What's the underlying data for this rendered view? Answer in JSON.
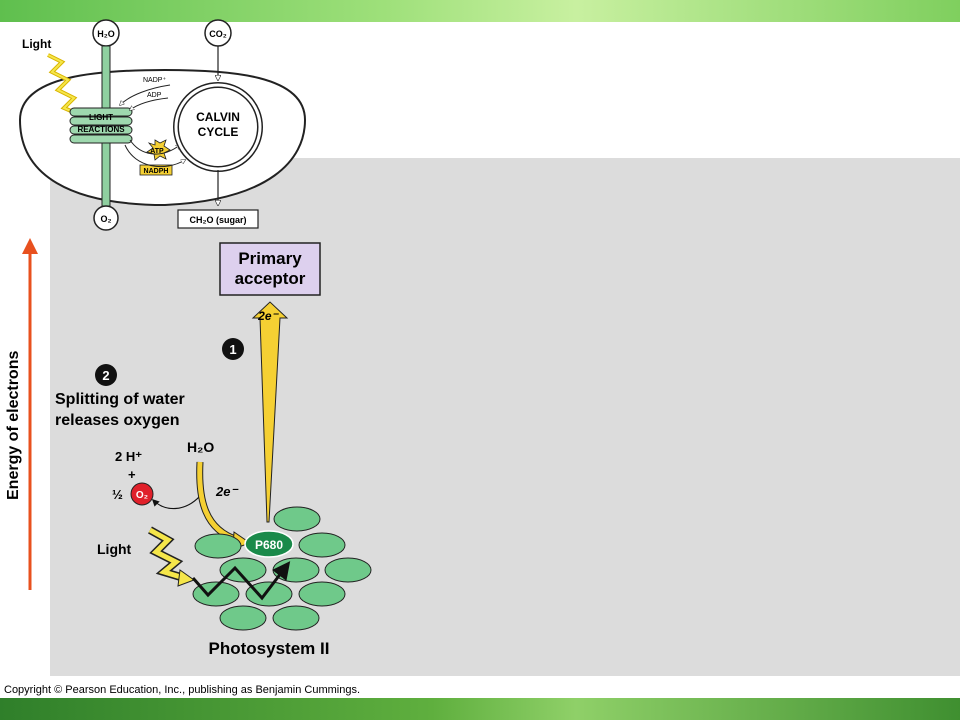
{
  "overview": {
    "light": "Light",
    "h2o": "H₂O",
    "co2": "CO₂",
    "nadp": "NADP⁺",
    "adp": "ADP",
    "light_reactions_1": "LIGHT",
    "light_reactions_2": "REACTIONS",
    "calvin_1": "CALVIN",
    "calvin_2": "CYCLE",
    "atp": "ATP",
    "nadph": "NADPH",
    "o2": "O₂",
    "sugar": "CH₂O (sugar)"
  },
  "main": {
    "axis_label": "Energy of electrons",
    "primary_acceptor_1": "Primary",
    "primary_acceptor_2": "acceptor",
    "electrons_top": "2e⁻",
    "step1": "1",
    "step2": "2",
    "step2_text_1": "Splitting of water",
    "step2_text_2": "releases oxygen",
    "h2o": "H₂O",
    "two_h": "2 H⁺",
    "plus": "+",
    "half": "½",
    "o2": "O₂",
    "electrons_bottom": "2e⁻",
    "light": "Light",
    "p680": "P680",
    "photosystem": "Photosystem II"
  },
  "copyright": "Copyright © Pearson Education, Inc., publishing as Benjamin Cummings.",
  "colors": {
    "green_membrane": "#6fc98a",
    "p680": "#1a8a4a",
    "yellow": "#f5d033",
    "o2_red": "#e0202a",
    "acceptor_fill": "#ddd0ee",
    "energy_arrow": "#e8501e",
    "panel_gray": "#dcdcdc"
  }
}
